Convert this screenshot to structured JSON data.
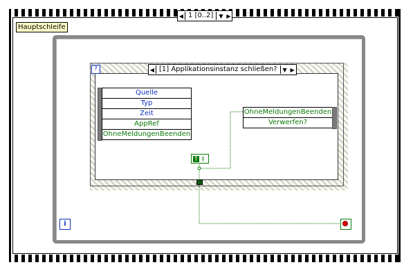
{
  "sequence": {
    "selector_text": "1 [0..2]",
    "prev_icon": "triangle-left-icon",
    "next_icon": "triangle-right-icon",
    "dropdown_icon": "triangle-down-icon"
  },
  "loop": {
    "label": "Hauptschleife",
    "iteration_terminal": "i"
  },
  "case": {
    "selector_text": "[1] Applikationsinstanz schließen?",
    "selector_icon": "?",
    "unbundle_items": [
      {
        "label": "Quelle",
        "color": "#1030c0"
      },
      {
        "label": "Typ",
        "color": "#1030c0"
      },
      {
        "label": "Zeit",
        "color": "#1030c0"
      },
      {
        "label": "AppRef",
        "color": "#0a7a0a"
      },
      {
        "label": "OhneMeldungenBeenden",
        "color": "#0a7a0a"
      }
    ],
    "bundle_items": [
      {
        "label": "OhneMeldungenBeenden",
        "color": "#0a7a0a"
      },
      {
        "label": "Verwerfen?",
        "color": "#0a7a0a"
      }
    ],
    "bool_constant": "T"
  },
  "colors": {
    "bool_wire": "#0a7a0a",
    "cluster_text": "#1030c0",
    "loop_border": "#888888"
  }
}
